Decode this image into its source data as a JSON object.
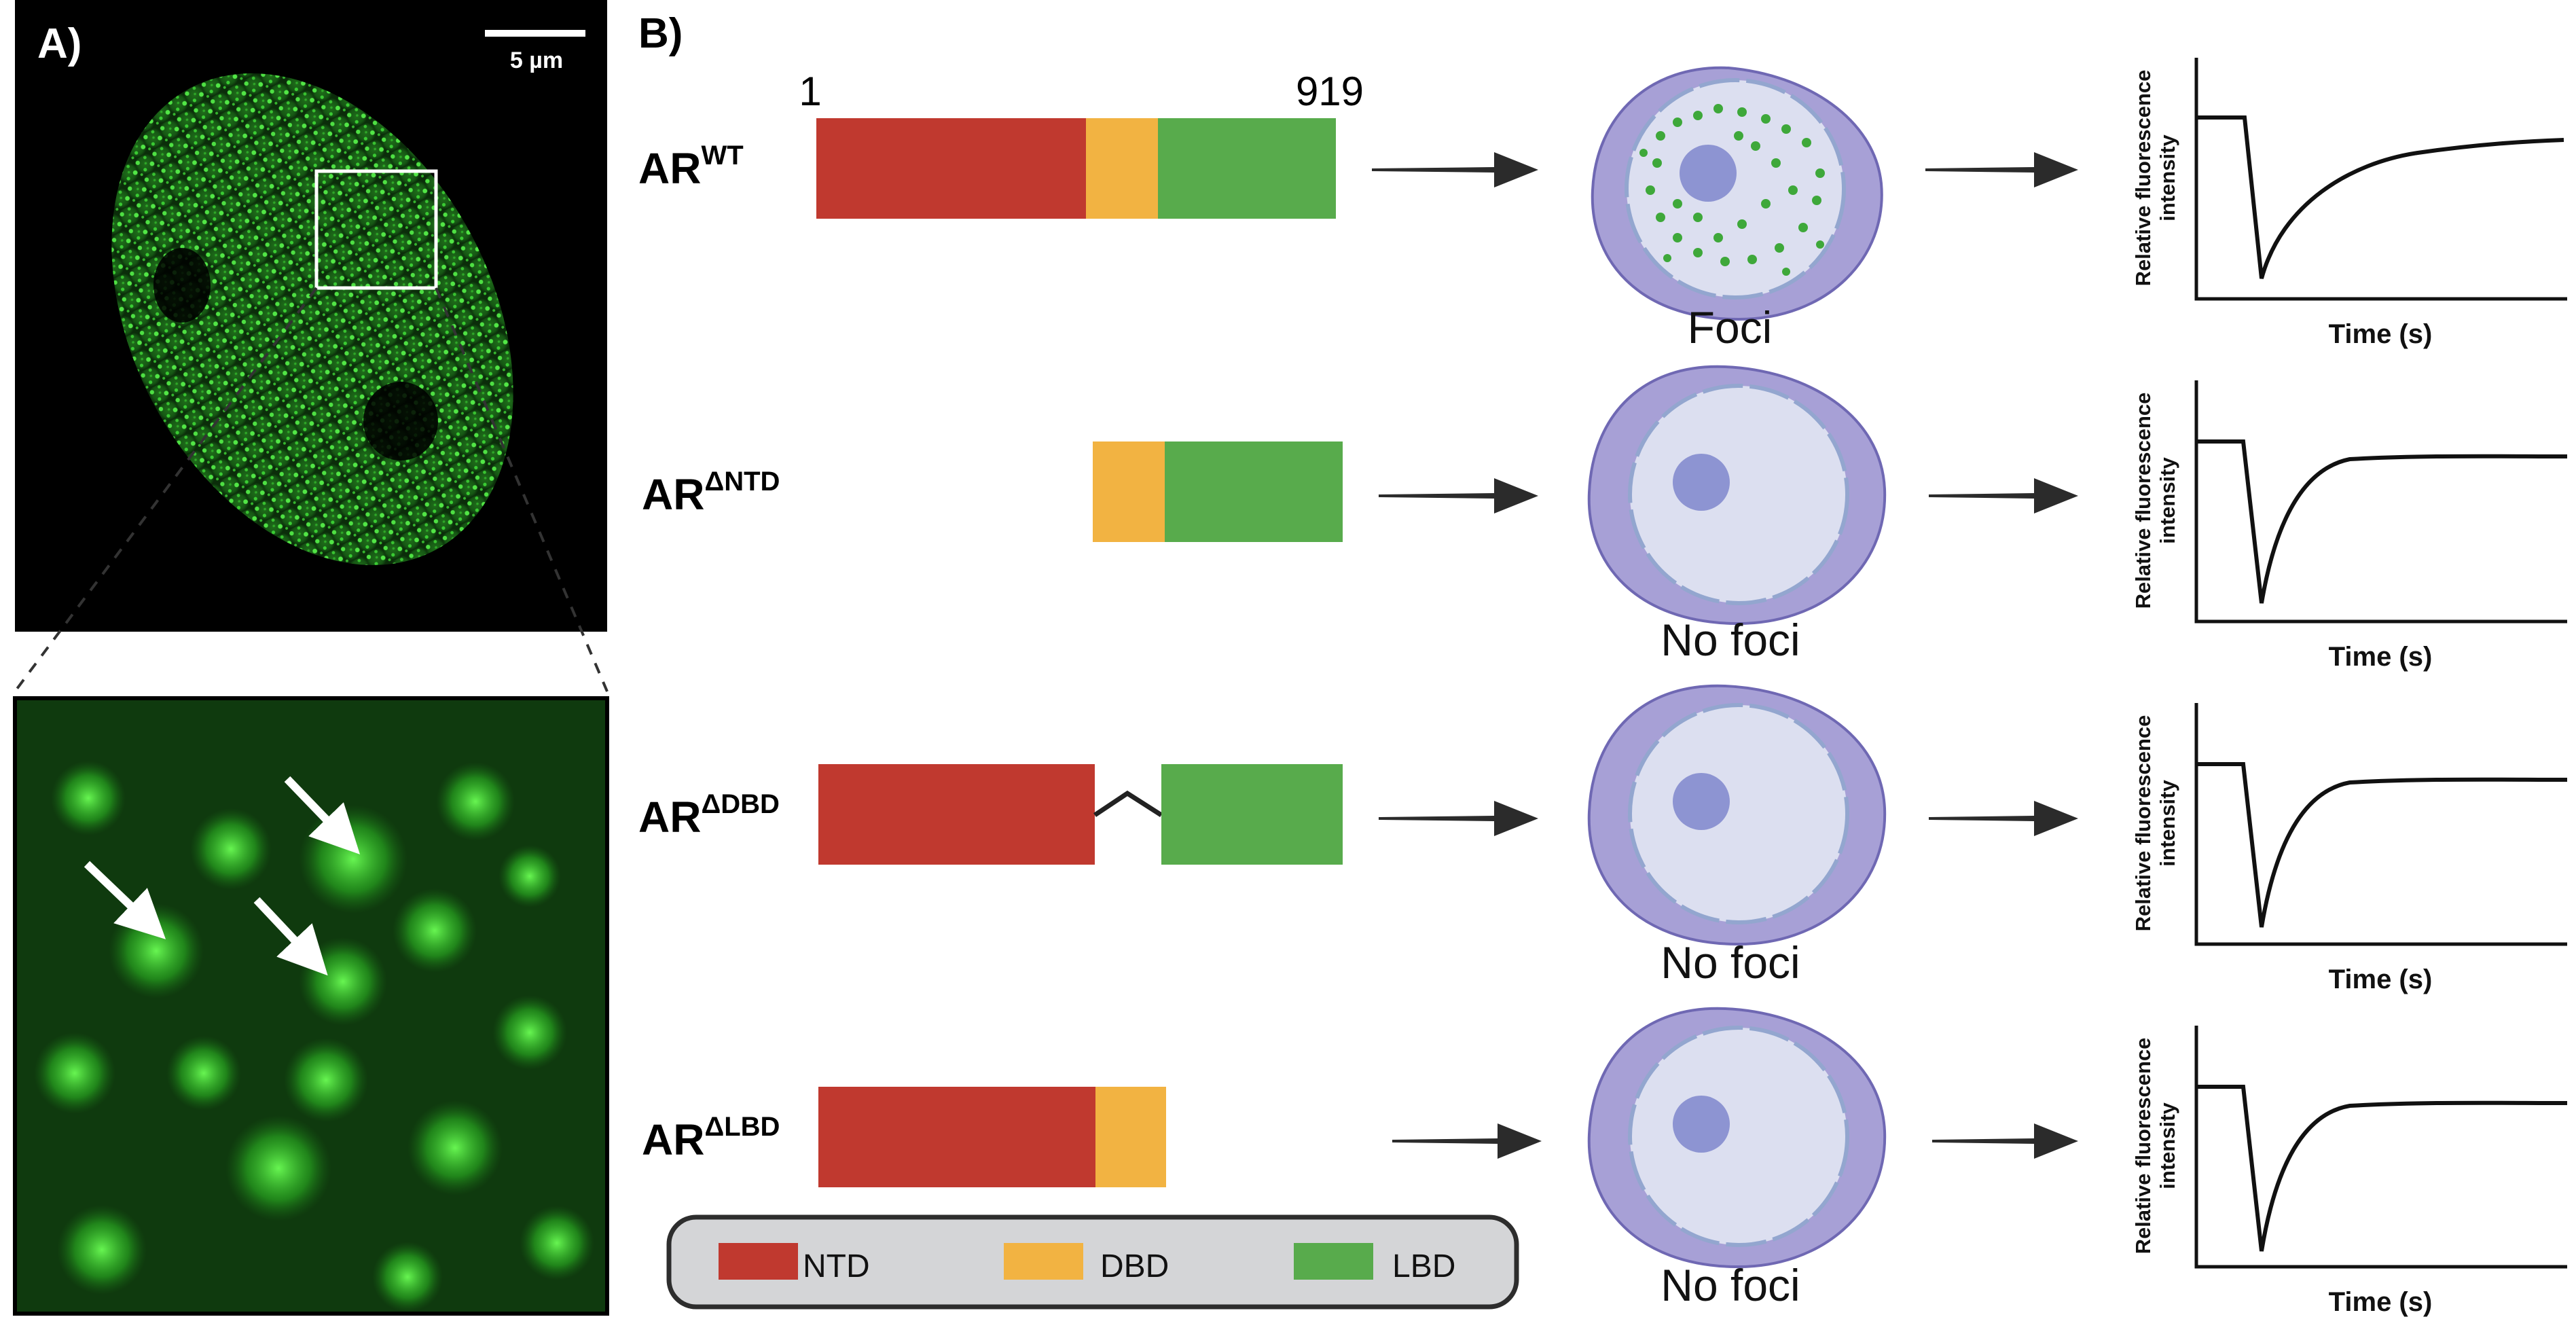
{
  "panel_a": {
    "label": "A)",
    "scale_bar_label": "5 µm"
  },
  "panel_b": {
    "label": "B)",
    "seq_start": "1",
    "seq_end": "919",
    "constructs": [
      {
        "name": "AR",
        "superscript": "WT",
        "domains": [
          "NTD",
          "DBD",
          "LBD"
        ],
        "phenotype": "Foci"
      },
      {
        "name": "AR",
        "superscript": "ΔNTD",
        "domains": [
          "DBD",
          "LBD"
        ],
        "phenotype": "No foci"
      },
      {
        "name": "AR",
        "superscript": "ΔDBD",
        "domains": [
          "NTD",
          "LBD"
        ],
        "phenotype": "No foci"
      },
      {
        "name": "AR",
        "superscript": "ΔLBD",
        "domains": [
          "NTD",
          "DBD"
        ],
        "phenotype": "No foci"
      }
    ],
    "plots": [
      {
        "ylabel_line1": "Relative fluorescence",
        "ylabel_line2": "intensity",
        "xlabel": "Time (s)",
        "recovery": "full"
      },
      {
        "ylabel_line1": "Relative fluorescence",
        "ylabel_line2": "intensity",
        "xlabel": "Time (s)",
        "recovery": "partial"
      },
      {
        "ylabel_line1": "Relative fluorescence",
        "ylabel_line2": "intensity",
        "xlabel": "Time (s)",
        "recovery": "partial"
      },
      {
        "ylabel_line1": "Relative fluorescence",
        "ylabel_line2": "intensity",
        "xlabel": "Time (s)",
        "recovery": "partial"
      }
    ],
    "legend": [
      {
        "label": "NTD",
        "color": "#c0392f"
      },
      {
        "label": "DBD",
        "color": "#f2b342"
      },
      {
        "label": "LBD",
        "color": "#58ab4c"
      }
    ]
  }
}
